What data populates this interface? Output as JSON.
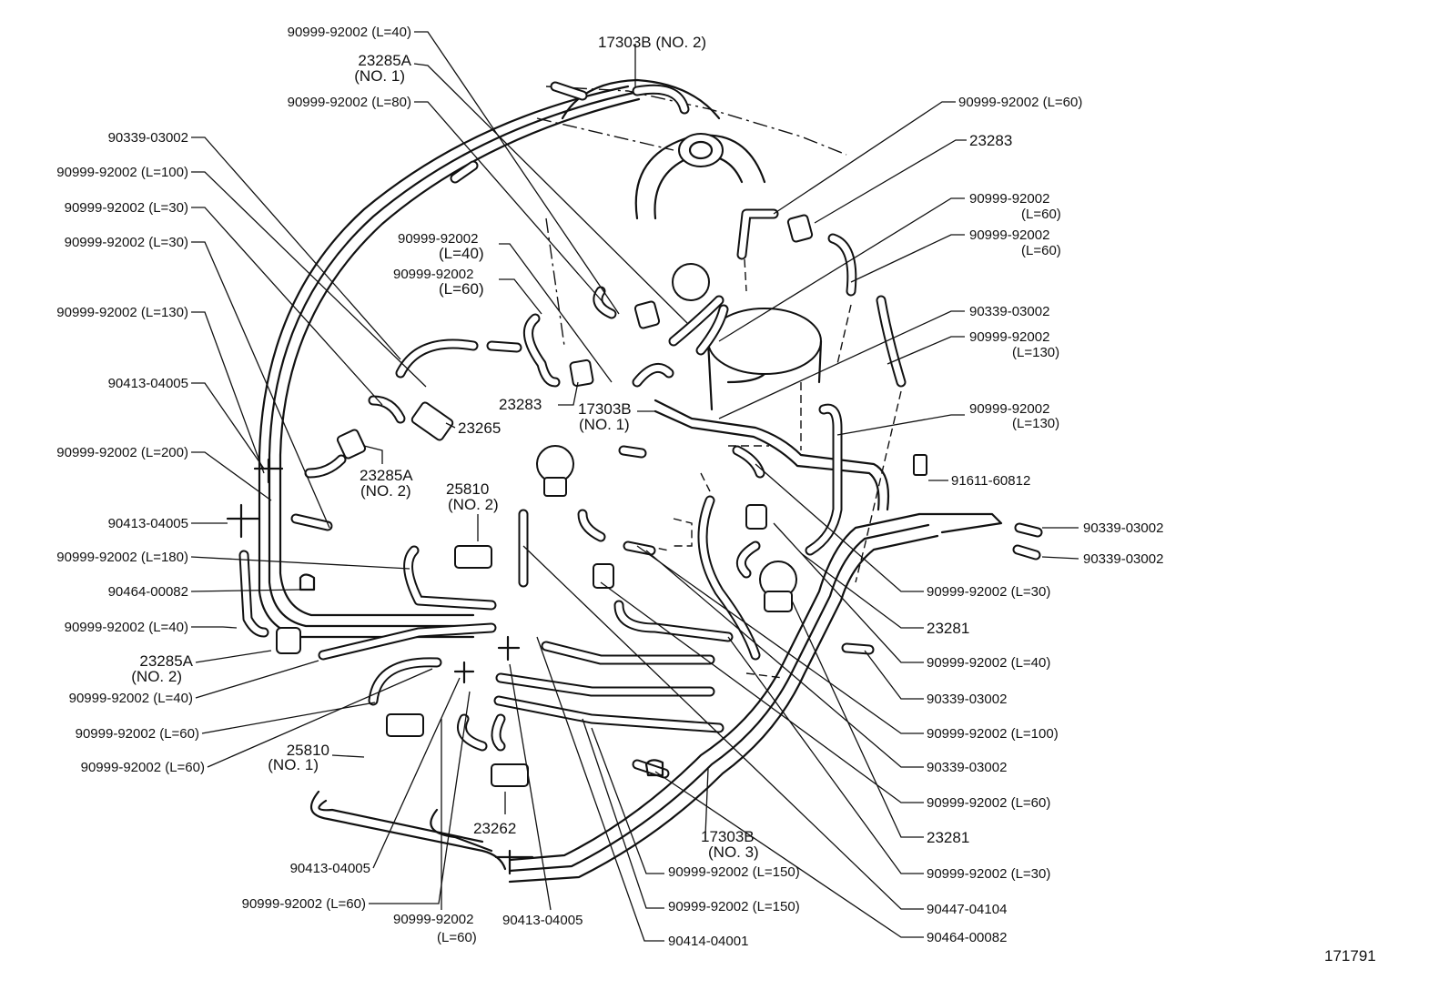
{
  "diagram_id": "171791",
  "labels": [
    {
      "text": "90999-92002 (L=40)"
    },
    {
      "text": "17303B (NO. 2)"
    },
    {
      "text": "23285A"
    },
    {
      "text": "(NO. 1)"
    },
    {
      "text": "90999-92002 (L=80)"
    },
    {
      "text": "90339-03002"
    },
    {
      "text": "90999-92002 (L=100)"
    },
    {
      "text": "90999-92002 (L=30)"
    },
    {
      "text": "90999-92002 (L=30)"
    },
    {
      "text": "90999-92002 (L=130)"
    },
    {
      "text": "90413-04005"
    },
    {
      "text": "90999-92002 (L=200)"
    },
    {
      "text": "90413-04005"
    },
    {
      "text": "90999-92002 (L=180)"
    },
    {
      "text": "90464-00082"
    },
    {
      "text": "90999-92002 (L=40)"
    },
    {
      "text": "23285A"
    },
    {
      "text": "(NO. 2)"
    },
    {
      "text": "90999-92002  (L=40)"
    },
    {
      "text": "90999-92002  (L=60)"
    },
    {
      "text": "90999-92002   (L=60)"
    },
    {
      "text": "25810"
    },
    {
      "text": "(NO. 1)"
    },
    {
      "text": "90413-04005"
    },
    {
      "text": "90999-92002  (L=60)"
    },
    {
      "text": "90999-92002"
    },
    {
      "text": "(L=60)"
    },
    {
      "text": "90413-04005"
    },
    {
      "text": "23262"
    },
    {
      "text": "90999-92002"
    },
    {
      "text": "(L=40)"
    },
    {
      "text": "90999-92002"
    },
    {
      "text": "(L=60)"
    },
    {
      "text": "23283"
    },
    {
      "text": "17303B"
    },
    {
      "text": "(NO. 1)"
    },
    {
      "text": "23265"
    },
    {
      "text": "23285A"
    },
    {
      "text": "(NO. 2)"
    },
    {
      "text": "25810"
    },
    {
      "text": "(NO. 2)"
    },
    {
      "text": "17303B"
    },
    {
      "text": "(NO. 3)"
    },
    {
      "text": "90999-92002 (L=150)"
    },
    {
      "text": "90999-92002 (L=150)"
    },
    {
      "text": "90414-04001"
    },
    {
      "text": "90999-92002 (L=60)"
    },
    {
      "text": "23283"
    },
    {
      "text": "90999-92002"
    },
    {
      "text": "(L=60)"
    },
    {
      "text": "90999-92002"
    },
    {
      "text": "(L=60)"
    },
    {
      "text": "90339-03002"
    },
    {
      "text": "90999-92002"
    },
    {
      "text": "(L=130)"
    },
    {
      "text": "90999-92002"
    },
    {
      "text": "(L=130)"
    },
    {
      "text": "91611-60812"
    },
    {
      "text": "90339-03002"
    },
    {
      "text": "90339-03002"
    },
    {
      "text": "90999-92002 (L=30)"
    },
    {
      "text": "23281"
    },
    {
      "text": "90999-92002 (L=40)"
    },
    {
      "text": "90339-03002"
    },
    {
      "text": "90999-92002 (L=100)"
    },
    {
      "text": "90339-03002"
    },
    {
      "text": "90999-92002 (L=60)"
    },
    {
      "text": "23281"
    },
    {
      "text": "90999-92002 (L=30)"
    },
    {
      "text": "90447-04104"
    },
    {
      "text": "90464-00082"
    }
  ]
}
